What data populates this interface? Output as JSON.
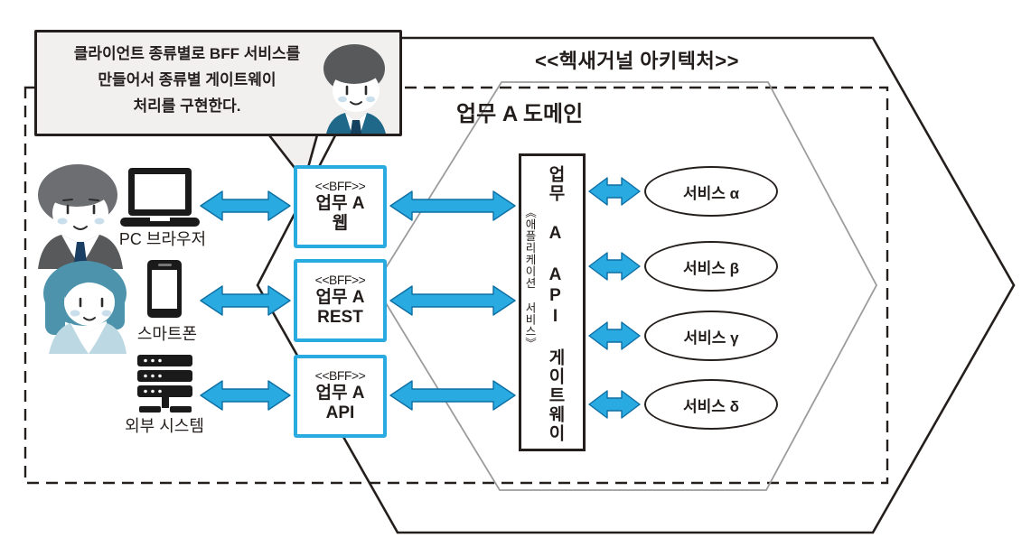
{
  "colors": {
    "accent_blue": "#29abe2",
    "arrow_edge": "#0e6fa3",
    "line_black": "#241f1d",
    "line_gray": "#9c9c9c",
    "bubble_bg": "#f1f0ee",
    "suit_teal": "#20688a",
    "hair_gray": "#6d6e71",
    "hair_dark": "#58595b",
    "woman_teal": "#4e93ac",
    "blush": "#c9dfeb"
  },
  "callout": {
    "line1": "클라이언트 종류별로 BFF 서비스를",
    "line2": "만들어서 종류별 게이트웨이",
    "line3": "처리를 구현한다.",
    "avatar": "consultant-avatar-icon"
  },
  "architecture": {
    "title": "<<헥새거널 아키텍처>>",
    "domain_label": "업무 A 도메인"
  },
  "clients": [
    {
      "name": "pc-browser",
      "icon": "laptop-icon",
      "avatar": "man-avatar-icon",
      "label": "PC 브라우저"
    },
    {
      "name": "smartphone",
      "icon": "smartphone-icon",
      "avatar": "woman-avatar-icon",
      "label": "스마트폰"
    },
    {
      "name": "external-system",
      "icon": "server-icon",
      "label": "외부 시스템"
    }
  ],
  "bff_boxes": [
    {
      "stereotype": "<<BFF>>",
      "title": "업무 A",
      "subtitle": "웹"
    },
    {
      "stereotype": "<<BFF>>",
      "title": "업무 A",
      "subtitle": "REST"
    },
    {
      "stereotype": "<<BFF>>",
      "title": "업무 A",
      "subtitle": "API"
    }
  ],
  "gateway": {
    "title": "업무 A API 게이트웨이",
    "stereotype": "《애플리케이션 서비스》"
  },
  "services": [
    {
      "label": "서비스 α"
    },
    {
      "label": "서비스 β"
    },
    {
      "label": "서비스 γ"
    },
    {
      "label": "서비스 δ"
    }
  ]
}
